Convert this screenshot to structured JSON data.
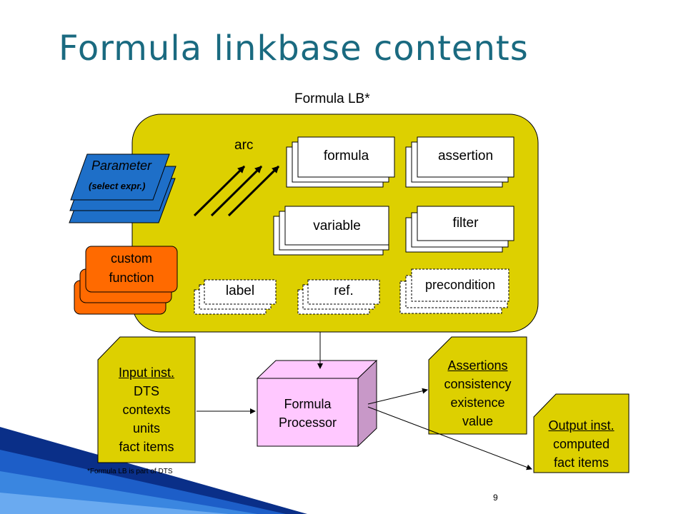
{
  "title": "Formula linkbase contents",
  "container_label": "Formula LB*",
  "arc_label": "arc",
  "boxes": {
    "formula": "formula",
    "assertion": "assertion",
    "variable": "variable",
    "filter": "filter",
    "label": "label",
    "ref": "ref.",
    "precondition": "precondition"
  },
  "parameter": {
    "line1": "Parameter",
    "line2": "(select expr.)"
  },
  "custom_function": {
    "line1": "custom",
    "line2": "function"
  },
  "input": {
    "lines": [
      "Input inst.",
      "DTS",
      "contexts",
      "units",
      "fact items"
    ]
  },
  "processor": {
    "line1": "Formula",
    "line2": "Processor"
  },
  "assertions": {
    "lines": [
      "Assertions",
      "consistency",
      "existence",
      "value"
    ]
  },
  "output": {
    "lines": [
      "Output inst.",
      "computed",
      "fact items"
    ]
  },
  "footnote": "*Formula LB is part of DTS",
  "page_number": "9",
  "colors": {
    "title": "#1a6a80",
    "container": "#ddd000",
    "parameter": "#1e6fc8",
    "custom_function": "#ff6a00",
    "processor": "#ffc8ff",
    "processor_side": "#c898c8",
    "notes": "#ddd000"
  }
}
